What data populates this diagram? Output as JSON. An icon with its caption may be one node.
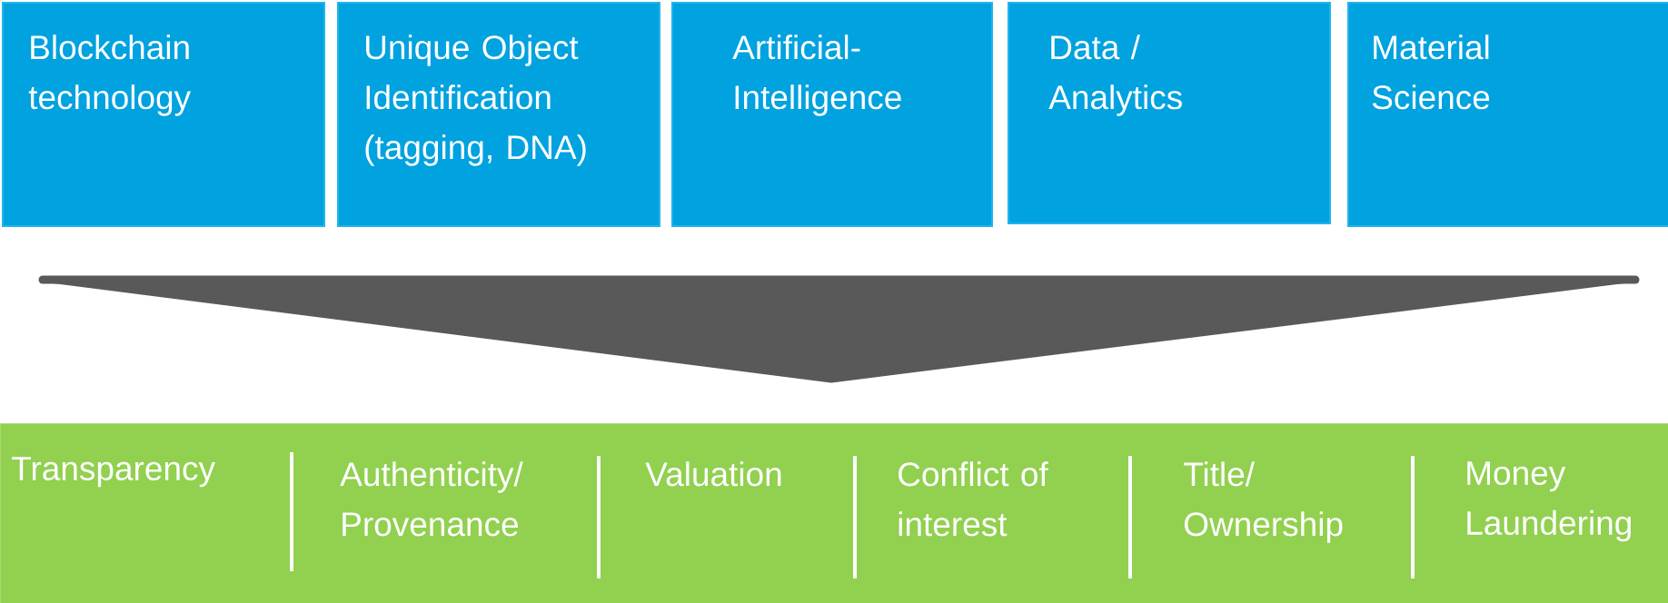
{
  "diagram": {
    "nodes": [
      {
        "text": [
          "Blockchain technology"
        ]
      },
      {
        "text": [
          "Unique Object Identification (tagging, DNA)"
        ]
      },
      {
        "text": [
          "Artificial- Intelligence"
        ]
      },
      {
        "text": [
          "Data / Analytics"
        ]
      },
      {
        "text": [
          "Material Science"
        ]
      },
      {
        "text": [],
        "shape": "triangle"
      },
      {
        "text": [
          "Transparency",
          "Authenticity/ Provenance",
          "Valuation",
          "Conflict of interest",
          "Title/ Ownership",
          "Money Laundering"
        ]
      }
    ]
  }
}
